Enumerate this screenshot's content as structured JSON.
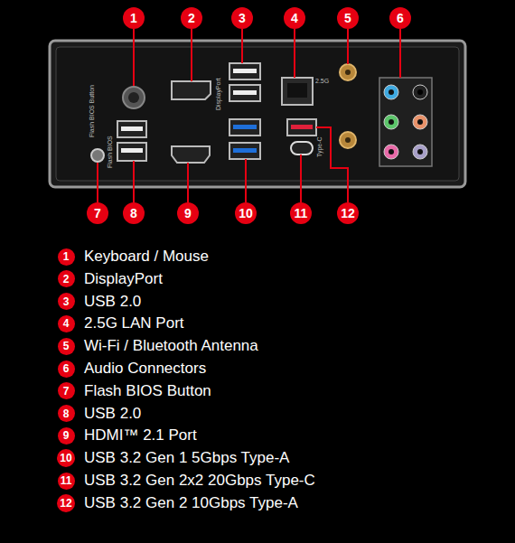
{
  "diagram": {
    "nodes": [
      {
        "text": [
          "1"
        ]
      },
      {
        "text": [
          "2"
        ]
      },
      {
        "text": [
          "3"
        ]
      },
      {
        "text": [
          "4"
        ]
      },
      {
        "text": [
          "5"
        ]
      },
      {
        "text": [
          "6"
        ]
      },
      {
        "text": [
          "7"
        ]
      },
      {
        "text": [
          "8"
        ]
      },
      {
        "text": [
          "9"
        ]
      },
      {
        "text": [
          "10"
        ]
      },
      {
        "text": [
          "11"
        ]
      },
      {
        "text": [
          "12"
        ]
      },
      {
        "text": [
          "1"
        ]
      },
      {
        "text": [
          "2"
        ]
      },
      {
        "text": [
          "3"
        ]
      },
      {
        "text": [
          "4"
        ]
      },
      {
        "text": [
          "5"
        ]
      },
      {
        "text": [
          "6"
        ]
      },
      {
        "text": [
          "7"
        ]
      },
      {
        "text": [
          "8"
        ]
      },
      {
        "text": [
          "9"
        ]
      },
      {
        "text": [
          "10"
        ]
      },
      {
        "text": [
          "11"
        ]
      },
      {
        "text": [
          "12"
        ]
      }
    ],
    "labels": [
      "Keyboard / Mouse",
      "DisplayPort",
      "USB 2.0",
      "2.5G LAN Port",
      "Wi-Fi / Bluetooth Antenna",
      "Audio Connectors",
      "Flash BIOS Button",
      "USB 2.0",
      "HDMI™ 2.1 Port",
      "USB 3.2 Gen 1 5Gbps Type-A",
      "USB 3.2 Gen 2x2 20Gbps Type-C",
      "USB 3.2 Gen 2 10Gbps Type-A",
      "Flash BIOS Button",
      "Flash BIOS",
      "2.5G",
      "DisplayPort",
      "Type-C"
    ]
  }
}
